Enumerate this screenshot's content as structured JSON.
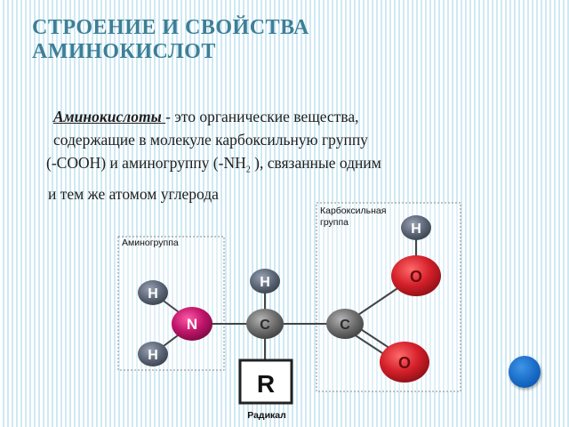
{
  "slide": {
    "title_line1": "СТРОЕНИЕ И СВОЙСТВА",
    "title_line2": "АМИНОКИСЛОТ"
  },
  "definition": {
    "term": "Аминокислоты ",
    "line1_rest": "- это органические вещества,",
    "line2": "содержащие в молекуле карбоксильную  группу",
    "line3_pre": "(-COOH) и аминогруппу (-NH",
    "line3_sub": "2",
    "line3_post": " ), связанные одним",
    "line4": "и тем же атомом углерода"
  },
  "diagram": {
    "amino_group_label": "Аминогруппа",
    "carboxyl_group_label_line1": "Карбоксильная",
    "carboxyl_group_label_line2": "группа",
    "radical_label": "Радикал",
    "atoms": {
      "h_top_right": "H",
      "o_upper": "O",
      "h_center": "H",
      "h_left_top": "H",
      "n": "N",
      "c_alpha": "C",
      "c_carboxyl": "C",
      "h_left_bottom": "H",
      "o_lower": "O",
      "r": "R"
    }
  },
  "colors": {
    "title": "#3d7f96",
    "hydrogen": "#5a6474",
    "oxygen": "#d4202a",
    "nitrogen": "#c0156a",
    "carbon": "#6f6f6f",
    "nav_button": "#1466c2"
  },
  "nav": {
    "button_icon": "circle-button-icon"
  }
}
